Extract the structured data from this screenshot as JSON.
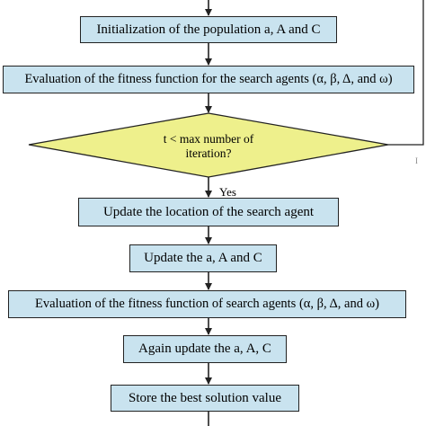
{
  "flowchart": {
    "steps": {
      "init": "Initialization of the population a, A and C",
      "eval1": "Evaluation of the fitness function for the search agents (α, β, Δ, and ω)",
      "decision_line1": "t < max number of",
      "decision_line2": "iteration?",
      "yes_label": "Yes",
      "update_location": "Update the location of the search agent",
      "update_aAC": "Update the a, A and C",
      "eval2": "Evaluation of the fitness function of search agents (α, β, Δ, and ω)",
      "again_update": "Again update the a, A, C",
      "store": "Store the best solution value"
    },
    "side_mark": "I"
  },
  "colors": {
    "box_fill": "#c9e3ef",
    "diamond_fill": "#eef08c",
    "line": "#222222"
  }
}
